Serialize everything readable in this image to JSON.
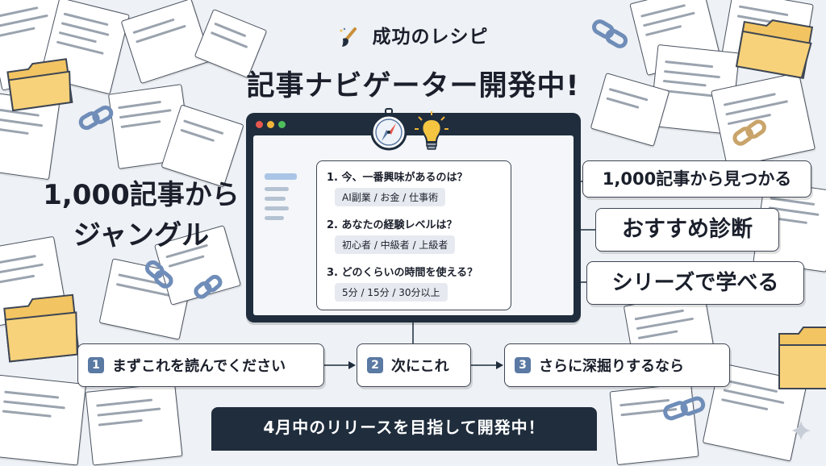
{
  "header": {
    "subtitle": "成功のレシピ",
    "title": "記事ナビゲーター開発中!"
  },
  "left_text": {
    "line1": "1,000記事から",
    "line2": "ジャングル"
  },
  "quiz": {
    "questions": [
      {
        "title": "1. 今、一番興味があるのは？",
        "options": "AI副業 / お金 / 仕事術"
      },
      {
        "title": "2. あなたの経験レベルは？",
        "options": "初心者 / 中級者 / 上級者"
      },
      {
        "title": "3. どのくらいの時間を使える？",
        "options": "5分 / 15分 / 30分以上"
      }
    ]
  },
  "right_labels": [
    "1,000記事から見つかる",
    "おすすめ診断",
    "シリーズで学べる"
  ],
  "steps": [
    {
      "num": "1",
      "label": "まずこれを読んでください"
    },
    {
      "num": "2",
      "label": "次にこれ"
    },
    {
      "num": "3",
      "label": "さらに深掘りするなら"
    }
  ],
  "banner": "4月中のリリースを目指して開発中！",
  "colors": {
    "navy": "#1f2d3d",
    "accent_blue": "#5a79a3",
    "folder_yellow": "#f2c462",
    "chain_blue": "#7f9cc7",
    "bulb_yellow": "#f5c542"
  },
  "icons": [
    "brush-icon",
    "compass-icon",
    "lightbulb-icon",
    "folder-icon",
    "chain-link-icon",
    "sparkle-icon"
  ]
}
